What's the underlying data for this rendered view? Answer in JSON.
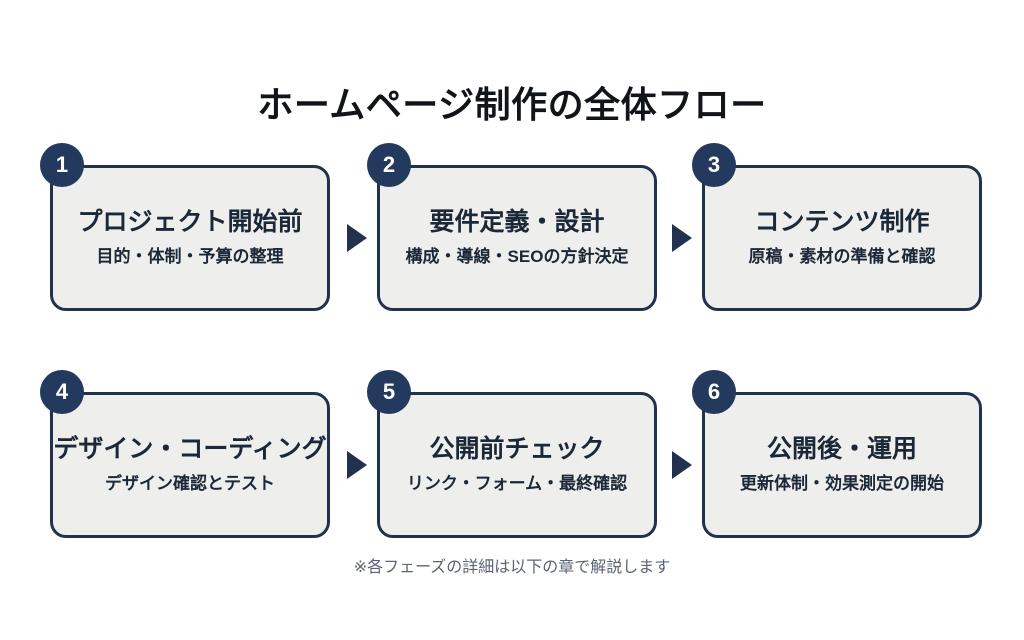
{
  "page": {
    "title": "ホームページ制作の全体フロー",
    "footer_note": "※各フェーズの詳細は以下の章で解説します",
    "background_color": "#ffffff"
  },
  "theme": {
    "navy": "#23395d",
    "border_navy": "#22324d",
    "card_fill": "#eeeeec",
    "title_color": "#111418",
    "text_color": "#1b2838",
    "note_color": "#5a6473"
  },
  "flow": {
    "steps": [
      {
        "number": "1",
        "title": "プロジェクト開始前",
        "subtitle": "目的・体制・予算の整理"
      },
      {
        "number": "2",
        "title": "要件定義・設計",
        "subtitle": "構成・導線・SEOの方針決定"
      },
      {
        "number": "3",
        "title": "コンテンツ制作",
        "subtitle": "原稿・素材の準備と確認"
      },
      {
        "number": "4",
        "title": "デザイン・コーディング",
        "subtitle": "デザイン確認とテスト"
      },
      {
        "number": "5",
        "title": "公開前チェック",
        "subtitle": "リンク・フォーム・最終確認"
      },
      {
        "number": "6",
        "title": "公開後・運用",
        "subtitle": "更新体制・効果測定の開始"
      }
    ],
    "connectors": [
      {
        "icon": "arrow-right-triangle-icon",
        "from": "1",
        "to": "2"
      },
      {
        "icon": "arrow-right-triangle-icon",
        "from": "2",
        "to": "3"
      },
      {
        "icon": "arrow-right-triangle-icon",
        "from": "4",
        "to": "5"
      },
      {
        "icon": "arrow-right-triangle-icon",
        "from": "5",
        "to": "6"
      }
    ]
  }
}
